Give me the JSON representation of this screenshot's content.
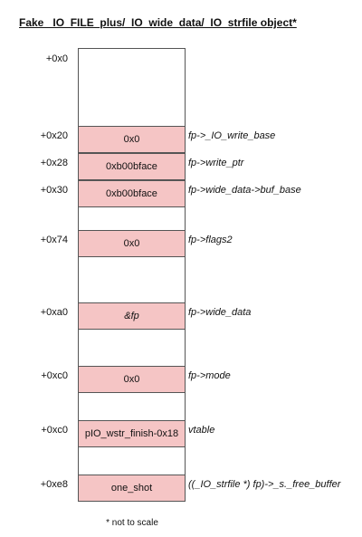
{
  "title": "Fake _IO_FILE_plus/_IO_wide_data/_IO_strfile object*",
  "note": "* not to scale",
  "top_offset": "+0x0",
  "cell_color": "#f5c5c5",
  "rows": [
    {
      "offset": "+0x20",
      "value": "0x0",
      "field": "fp->_IO_write_base"
    },
    {
      "offset": "+0x28",
      "value": "0xb00bface",
      "field": "fp->write_ptr"
    },
    {
      "offset": "+0x30",
      "value": "0xb00bface",
      "field": "fp->wide_data->buf_base"
    },
    {
      "offset": "+0x74",
      "value": "0x0",
      "field": "fp->flags2"
    },
    {
      "offset": "+0xa0",
      "value": "&fp",
      "field": "fp->wide_data"
    },
    {
      "offset": "+0xc0",
      "value": "0x0",
      "field": "fp->mode"
    },
    {
      "offset": "+0xc0",
      "value": "pIO_wstr_finish-0x18",
      "field": "vtable"
    },
    {
      "offset": "+0xe8",
      "value": "one_shot",
      "field": "((_IO_strfile *) fp)->_s._free_buffer"
    }
  ]
}
